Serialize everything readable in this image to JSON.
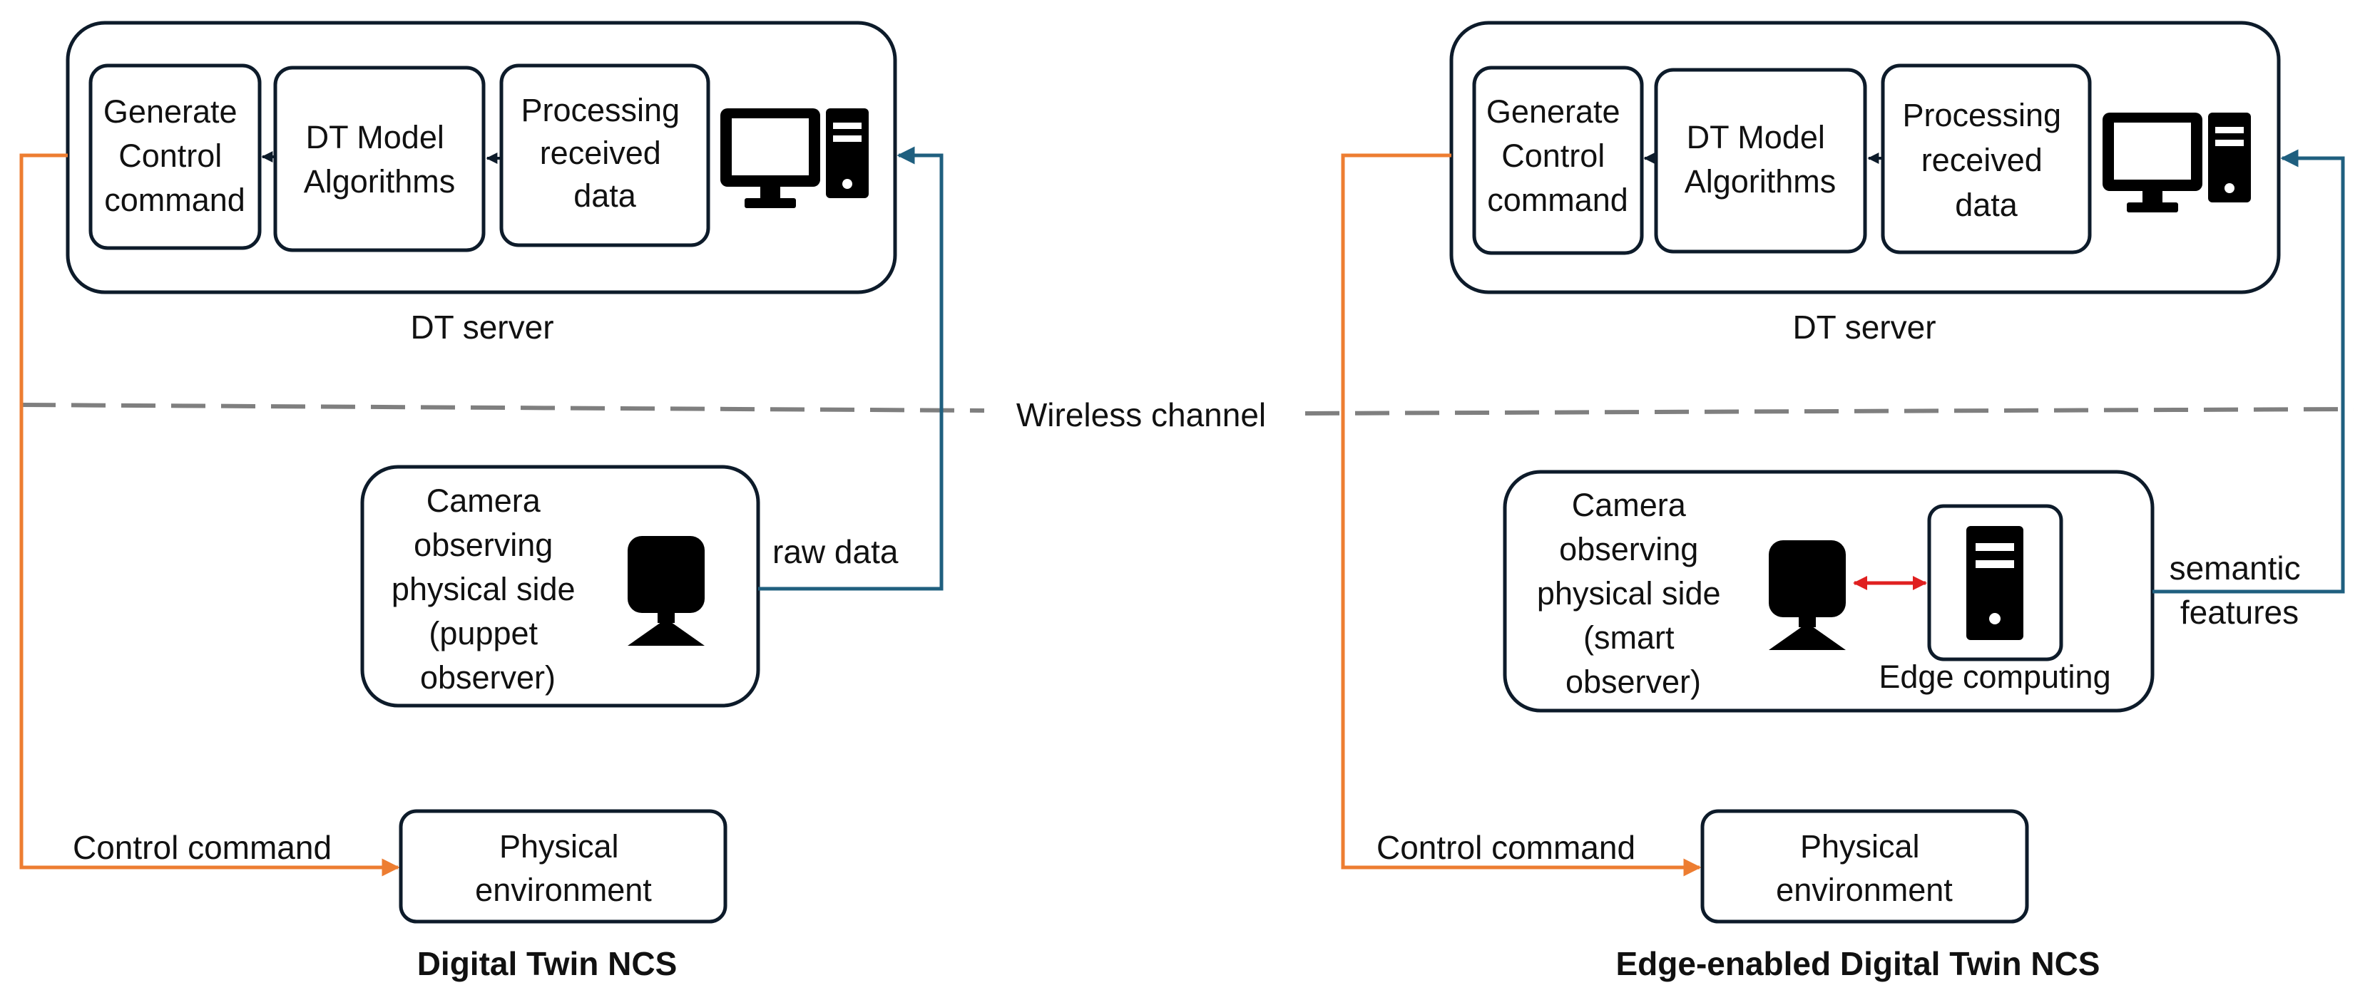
{
  "colors": {
    "box_stroke": "#0d1b2a",
    "control_line": "#ed7d31",
    "data_line": "#1f5f7f",
    "wireless_dash": "#7f7f7f",
    "edge_link": "#e02020"
  },
  "shared": {
    "wireless_channel": "Wireless channel"
  },
  "left": {
    "server_label": "DT server",
    "generate": [
      "Generate",
      "Control",
      "command"
    ],
    "dt_model": [
      "DT Model",
      "Algorithms"
    ],
    "processing": [
      "Processing",
      "received",
      "data"
    ],
    "computer_icon": "desktop-computer-icon",
    "observer": [
      "Camera",
      "observing",
      "physical side",
      "(puppet",
      "observer)"
    ],
    "camera_icon": "camera-icon",
    "uplink_label": "raw data",
    "control_label": "Control command",
    "physical": [
      "Physical",
      "environment"
    ],
    "caption": "Digital Twin NCS"
  },
  "right": {
    "server_label": "DT server",
    "generate": [
      "Generate",
      "Control",
      "command"
    ],
    "dt_model": [
      "DT Model",
      "Algorithms"
    ],
    "processing": [
      "Processing",
      "received",
      "data"
    ],
    "computer_icon": "desktop-computer-icon",
    "observer": [
      "Camera",
      "observing",
      "physical side",
      "(smart",
      "observer)"
    ],
    "camera_icon": "camera-icon",
    "edge_icon": "server-tower-icon",
    "edge_label": "Edge computing",
    "uplink_label": [
      "semantic",
      "features"
    ],
    "control_label": "Control command",
    "physical": [
      "Physical",
      "environment"
    ],
    "caption": "Edge-enabled Digital Twin NCS"
  }
}
